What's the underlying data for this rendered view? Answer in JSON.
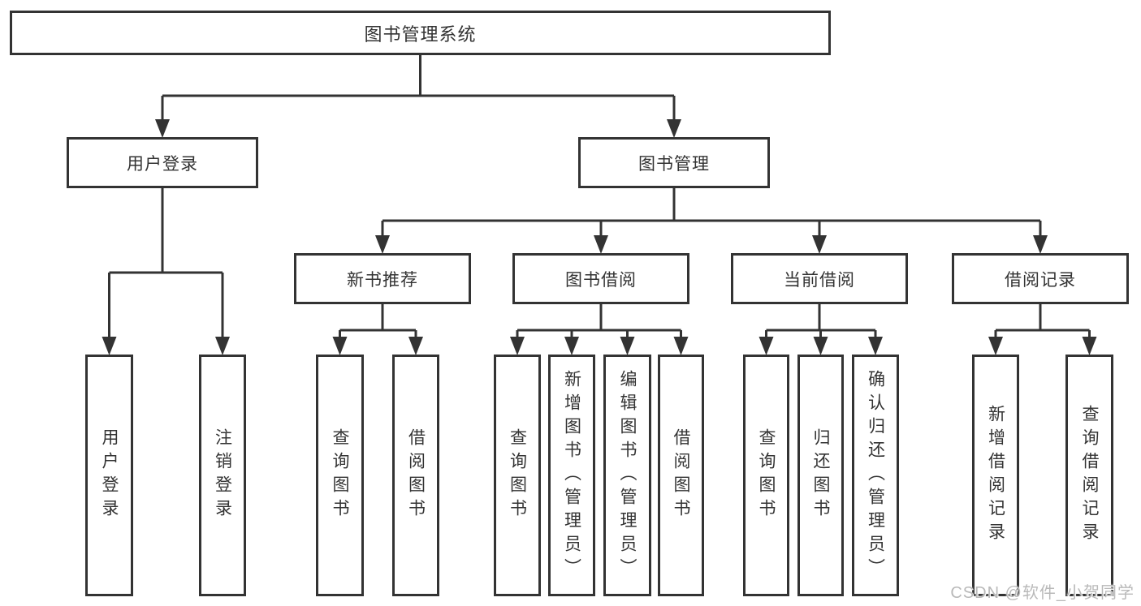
{
  "tree": {
    "root": "图书管理系统",
    "branches": [
      {
        "label": "用户登录",
        "children": [
          "用户登录",
          "注销登录"
        ]
      },
      {
        "label": "图书管理",
        "groups": [
          {
            "label": "新书推荐",
            "children": [
              "查询图书",
              "借阅图书"
            ]
          },
          {
            "label": "图书借阅",
            "children": [
              "查询图书",
              "新增图书（管理员）",
              "编辑图书（管理员）",
              "借阅图书"
            ]
          },
          {
            "label": "当前借阅",
            "children": [
              "查询图书",
              "归还图书",
              "确认归还（管理员）"
            ]
          },
          {
            "label": "借阅记录",
            "children": [
              "新增借阅记录",
              "查询借阅记录"
            ]
          }
        ]
      }
    ]
  },
  "watermark": {
    "text": "CSDN @软件_小贺同学",
    "color": "#b9b9b9"
  },
  "colors": {
    "line": "#333333",
    "text": "#333333",
    "box_border": "#333333",
    "background": "#ffffff"
  }
}
